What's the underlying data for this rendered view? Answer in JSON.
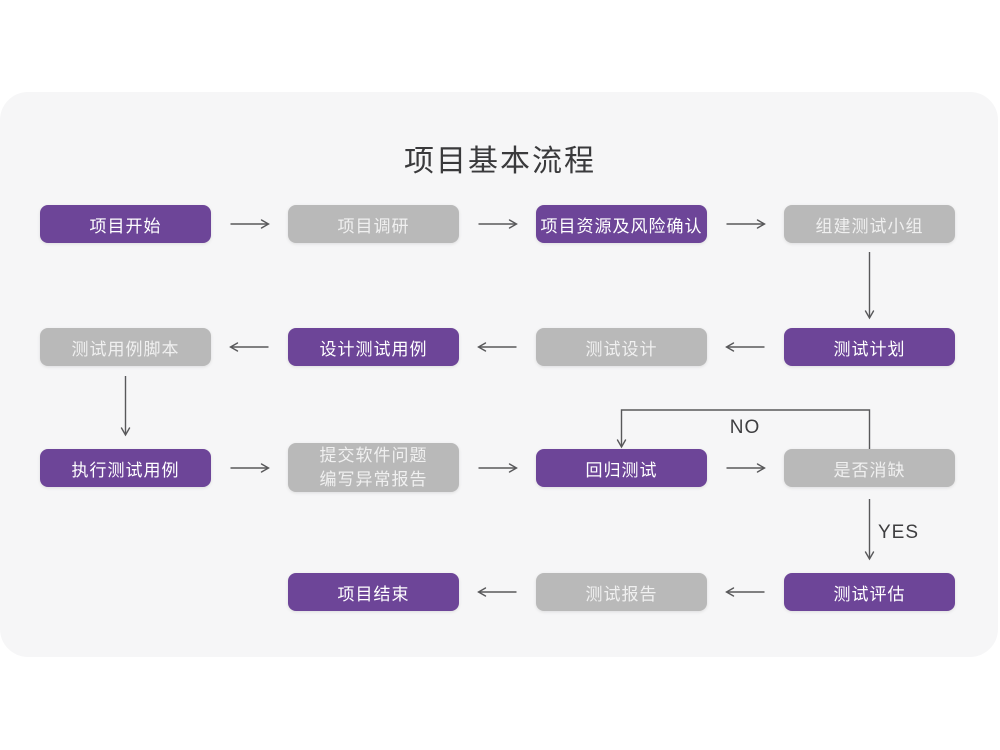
{
  "title": "项目基本流程",
  "colors": {
    "accent_purple": "#6D4598",
    "node_gray": "#B9B9B9",
    "card_background": "#F6F6F7",
    "line": "#58585A"
  },
  "nodes": [
    {
      "label": "项目开始"
    },
    {
      "label": "项目调研"
    },
    {
      "label": "项目资源及风险确认"
    },
    {
      "label": "组建测试小组"
    },
    {
      "label": "测试计划"
    },
    {
      "label": "测试设计"
    },
    {
      "label": "设计测试用例"
    },
    {
      "label": "测试用例脚本"
    },
    {
      "label": "执行测试用例"
    },
    {
      "label": "提交软件问题",
      "label2": "编写异常报告"
    },
    {
      "label": "回归测试"
    },
    {
      "label": "是否消缺"
    },
    {
      "label": "测试评估"
    },
    {
      "label": "测试报告"
    },
    {
      "label": "项目结束"
    }
  ],
  "edge_labels": {
    "no": "NO",
    "yes": "YES"
  }
}
